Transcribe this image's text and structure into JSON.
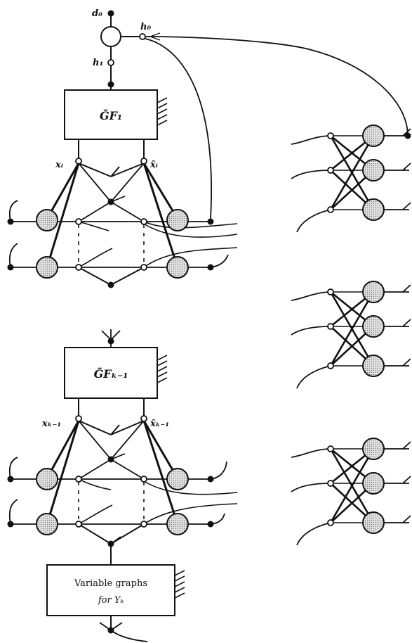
{
  "labels": {
    "d0": "d₀",
    "h0": "h₀",
    "h1": "h₁",
    "xi": "xᵢ",
    "xi_bar": "x̄ᵢ",
    "xk1": "xₖ₋₁",
    "xk1_bar": "x̄ₖ₋₁"
  },
  "boxes": {
    "gf1": "G̃F₁",
    "gfk1": "G̃Fₖ₋₁",
    "var_line1": "Variable graphs",
    "var_line2": "for  Yₖ"
  },
  "colors": {
    "ink": "#111111",
    "shade": "#d4d4d4",
    "paper": "#ffffff"
  }
}
